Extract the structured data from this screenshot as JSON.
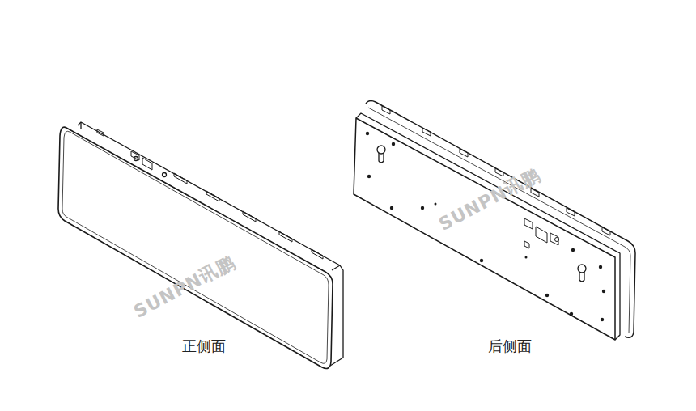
{
  "diagram": {
    "labels": [
      "正侧面",
      "后侧面",
      "SUNPN讯鹏",
      "SUNPN讯鹏"
    ]
  }
}
